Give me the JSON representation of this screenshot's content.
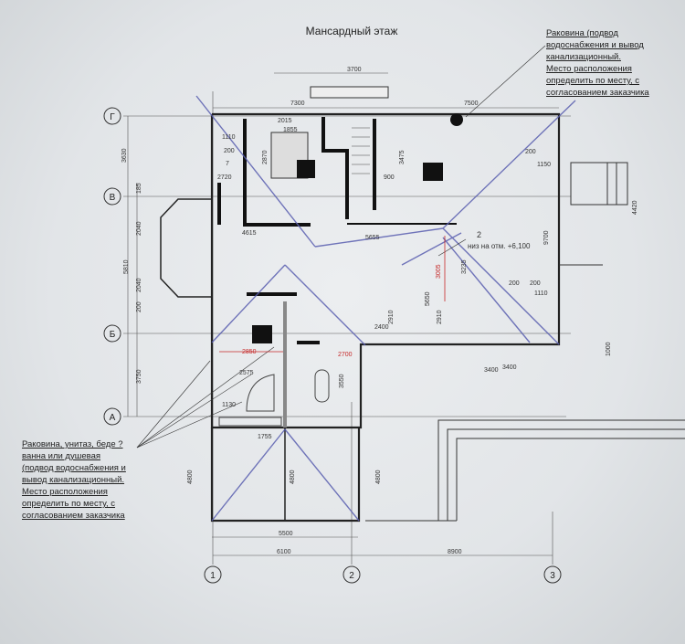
{
  "title": "Мансардный этаж",
  "notes": {
    "top_right": [
      "Раковина (подвод",
      "водоснабжения и вывод",
      "канализационный.",
      "Место расположения",
      "определить по месту, с",
      "согласованием заказчика"
    ],
    "bottom_left": [
      "Раковина, унитаз, беде ?",
      "ванна или душевая",
      "(подвод водоснабжения и",
      "вывод канализационный.",
      "Место расположения",
      "определить по месту, с",
      "согласованием заказчика"
    ]
  },
  "axes": {
    "rows": [
      "Г",
      "В",
      "Б",
      "А"
    ],
    "cols": [
      "1",
      "2",
      "3"
    ]
  },
  "level_mark": {
    "number": "2",
    "text": "низ на отм. +6,100"
  },
  "dimensions": {
    "top": [
      "3700",
      "7300",
      "7500"
    ],
    "left": [
      "3630",
      "185",
      "2040",
      "5810",
      "2040",
      "200",
      "3750"
    ],
    "bottom": [
      "5500",
      "6100",
      "8900"
    ],
    "lower_vertical": [
      "4800",
      "4800",
      "4800"
    ],
    "room_top_left": [
      "2015",
      "1855",
      "1110",
      "200",
      "7",
      "2720",
      "2870",
      "3475",
      "900"
    ],
    "middle": [
      "4615",
      "5655",
      "3005",
      "3235",
      "5650",
      "2910",
      "2910",
      "2400",
      "3400"
    ],
    "right": [
      "4420",
      "9700",
      "200",
      "1150",
      "200",
      "1110",
      "200",
      "1000",
      "3400"
    ],
    "bath": [
      "2850",
      "2575",
      "1130",
      "1755",
      "2700",
      "3550"
    ]
  },
  "colors": {
    "wall": "#1a1a1a",
    "roof_lines": "#5a5fb0",
    "red_dims": "#c62828"
  }
}
